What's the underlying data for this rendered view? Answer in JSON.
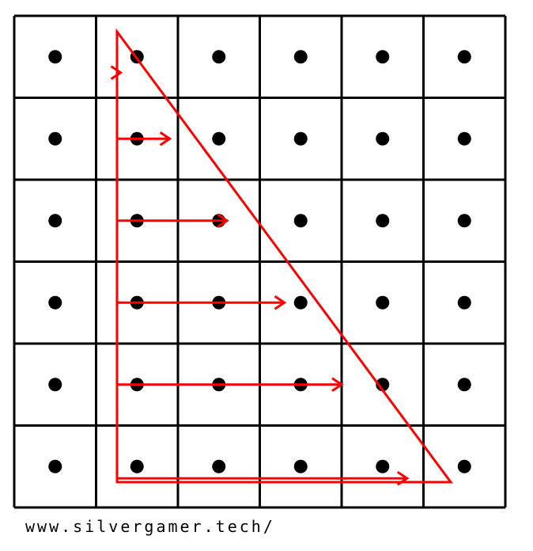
{
  "grid": {
    "rows": 6,
    "cols": 6
  },
  "colors": {
    "line": "#000000",
    "dot": "#000000",
    "accent": "#ff0000",
    "background": "#ffffff"
  },
  "triangle": {
    "outline_color": "#ff0000"
  },
  "arrows": {
    "color": "#ff0000",
    "rows": [
      {
        "row": 1,
        "reach_cols": 1.3
      },
      {
        "row": 2,
        "reach_cols": 1.9
      },
      {
        "row": 3,
        "reach_cols": 2.6
      },
      {
        "row": 4,
        "reach_cols": 3.3
      },
      {
        "row": 5,
        "reach_cols": 4.0
      },
      {
        "row": 6,
        "reach_cols": 4.8
      }
    ]
  },
  "watermark": {
    "text": "www.silvergamer.tech/"
  }
}
